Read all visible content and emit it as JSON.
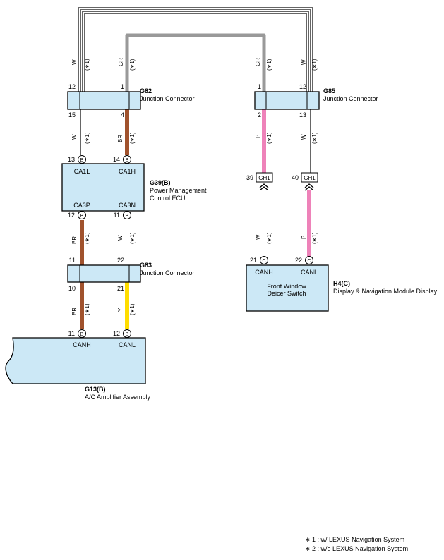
{
  "colors": {
    "box_fill": "#cce8f6",
    "white_wire": "#ffffff",
    "gray_wire": "#999999",
    "brown_wire": "#a0522d",
    "pink_wire": "#ee82b9",
    "yellow_wire": "#ffdd00"
  },
  "note_mark": "(∗1)",
  "wire_codes": {
    "w": "W",
    "gr": "GR",
    "br": "BR",
    "p": "P",
    "y": "Y"
  },
  "connectors": {
    "g82": {
      "id": "G82",
      "name": "Junction Connector",
      "pin_top_w": "12",
      "pin_top_gr": "1",
      "pin_bot_w": "15",
      "pin_bot_br": "4"
    },
    "g85": {
      "id": "G85",
      "name": "Junction Connector",
      "pin_top_gr": "1",
      "pin_top_w": "12",
      "pin_bot_p": "2",
      "pin_bot_w": "13"
    },
    "g83": {
      "id": "G83",
      "name": "Junction Connector",
      "pin_top_br": "11",
      "pin_top_w": "22",
      "pin_bot_br": "10",
      "pin_bot_y": "21"
    },
    "g39": {
      "id": "G39(B)",
      "name_line1": "Power Management",
      "name_line2": "Control ECU",
      "badge": "B",
      "pin_ca1l": "13",
      "pin_ca1h": "14",
      "pin_ca3p": "12",
      "pin_ca3n": "11",
      "ca1l": "CA1L",
      "ca1h": "CA1H",
      "ca3p": "CA3P",
      "ca3n": "CA3N"
    },
    "gh1": {
      "label": "GH1",
      "pin_left": "39",
      "pin_right": "40"
    },
    "h4": {
      "id": "H4(C)",
      "name": "Display & Navigation Module Display",
      "badge": "C",
      "pin_canh": "21",
      "pin_canl": "22",
      "canh": "CANH",
      "canl": "CANL",
      "inner_line1": "Front Window",
      "inner_line2": "Deicer Switch"
    },
    "g13": {
      "id": "G13(B)",
      "name": "A/C Amplifier Assembly",
      "badge": "B",
      "pin_canh": "11",
      "pin_canl": "12",
      "canh": "CANH",
      "canl": "CANL"
    }
  },
  "legend": {
    "line1": "∗ 1 : w/ LEXUS Navigation System",
    "line2": "∗ 2 : w/o LEXUS Navigation System"
  }
}
